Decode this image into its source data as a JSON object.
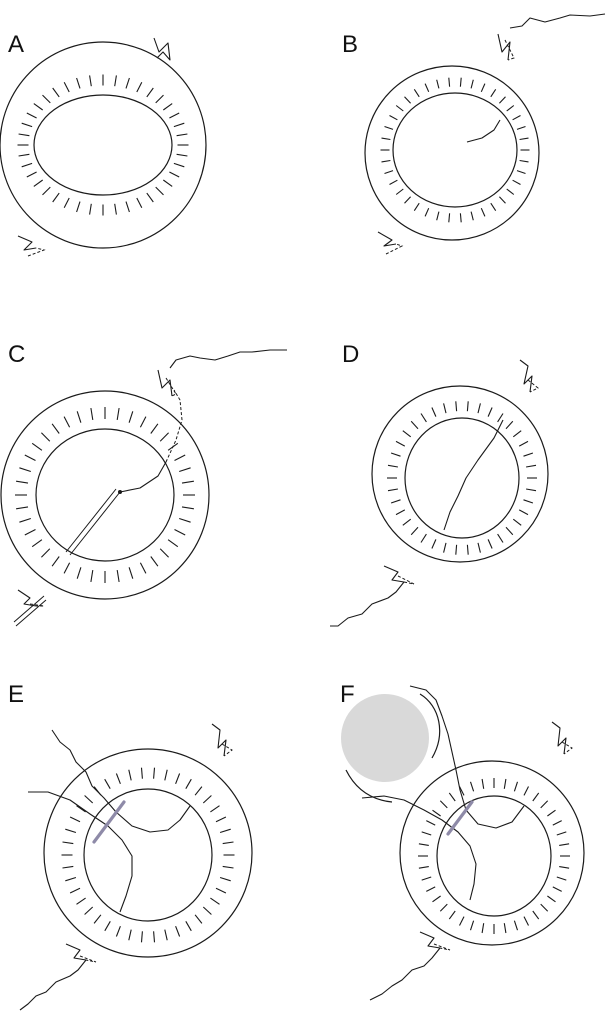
{
  "panels": [
    {
      "letter": "A"
    },
    {
      "letter": "B"
    },
    {
      "letter": "C"
    },
    {
      "letter": "D"
    },
    {
      "letter": "E"
    },
    {
      "letter": "F"
    }
  ],
  "colors": {
    "line": "#1a1a1a",
    "incision": "#8e8aa8",
    "graft": "#d9d9d9"
  }
}
